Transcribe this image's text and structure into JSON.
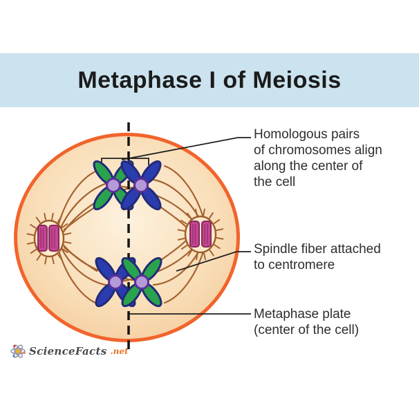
{
  "title": "Metaphase I of Meiosis",
  "labels": {
    "homologous": "Homologous pairs\nof chromosomes align\nalong the center of\nthe cell",
    "spindle": "Spindle fiber attached\nto centromere",
    "plate": "Metaphase plate\n(center of the cell)"
  },
  "logo": {
    "brand": "ScienceFacts",
    "tld": ".net"
  },
  "colors": {
    "banner_bg": "#cbe3ee",
    "title_text": "#1b1b1b",
    "cell_border": "#f1642c",
    "cell_fill_center": "#fdf1de",
    "cell_fill_mid": "#f9dfba",
    "cell_fill_edge": "#f4c795",
    "fiber": "#a5622f",
    "centrosome_fill": "#fceacb",
    "centrosome_stroke": "#9c5c2b",
    "centriole_fill": "#c34792",
    "centriole_stroke": "#86295f",
    "centriole_stripe": "#9c2f74",
    "chrom_green": "#2aa34e",
    "chrom_blue": "#2a3cae",
    "chrom_outline": "#232a78",
    "centromere_fill": "#b49bd8",
    "centromere_stroke": "#5c3197",
    "leader": "#1f1f1f",
    "dash_line": "#141414",
    "label_text": "#2e2e2e",
    "logo_text": "#4b4b4b",
    "logo_tld": "#e8742b",
    "logo_atom": "#8d8da5"
  }
}
